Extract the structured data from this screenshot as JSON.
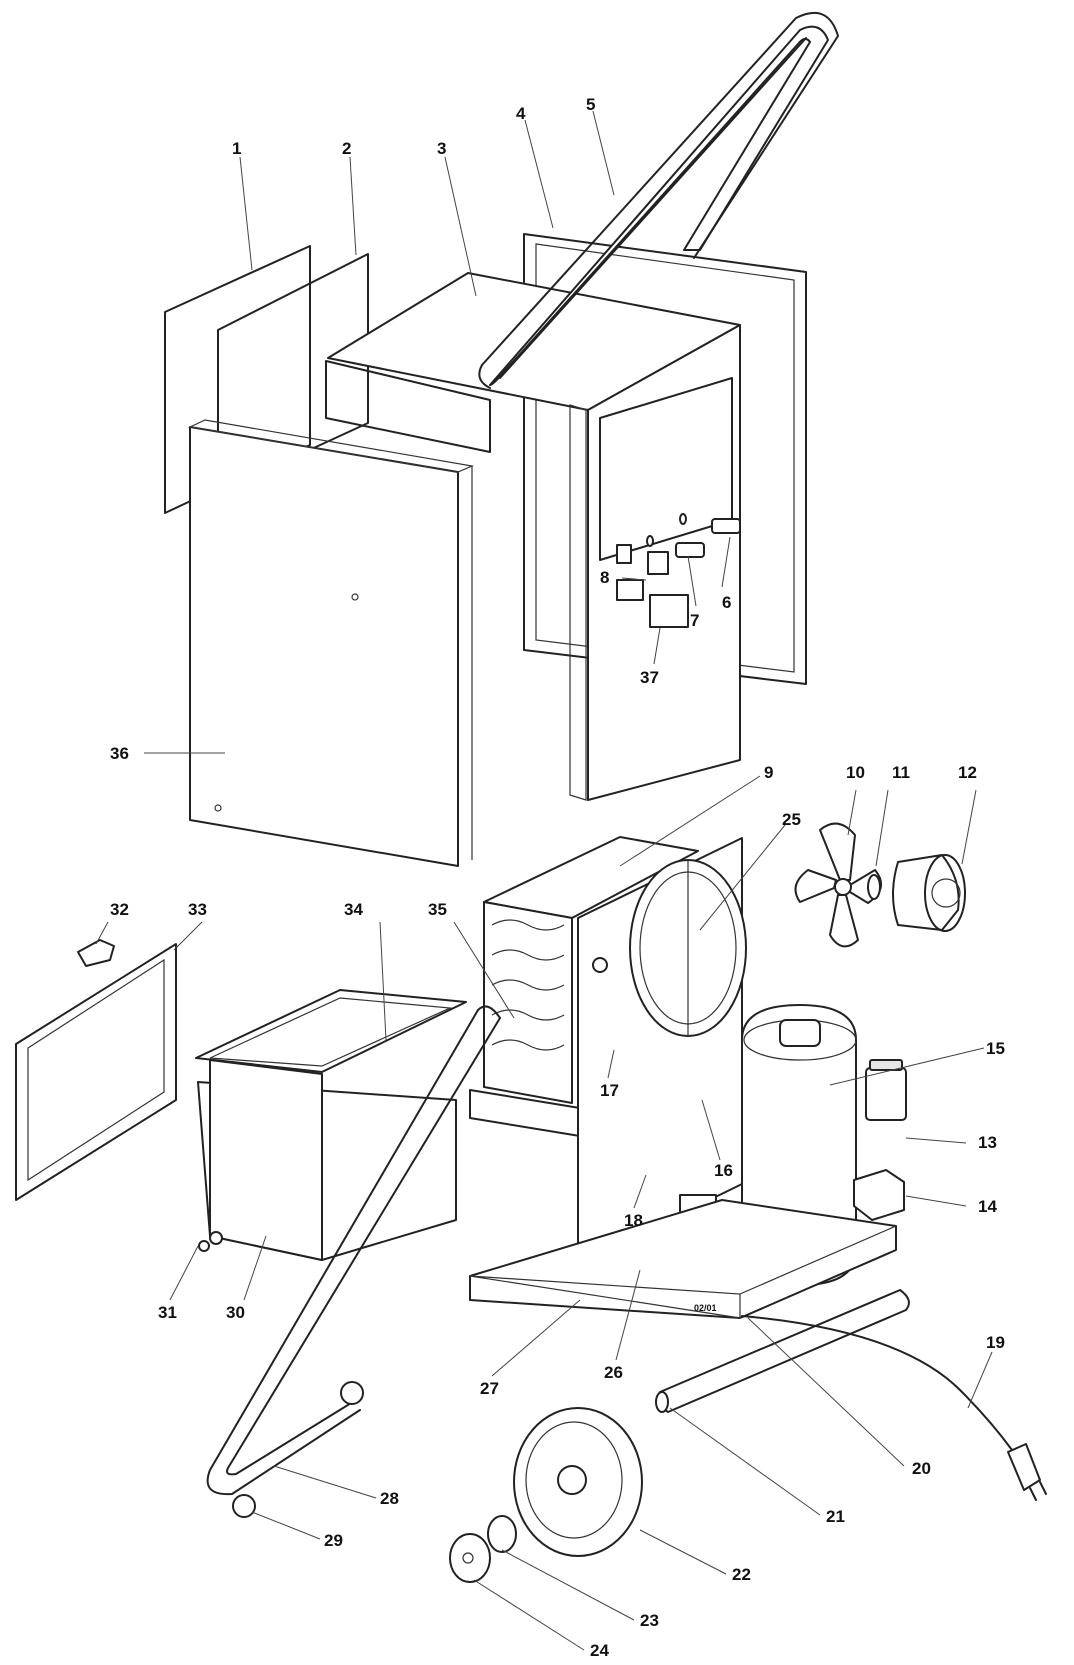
{
  "diagram": {
    "callouts": [
      "1",
      "2",
      "3",
      "4",
      "5",
      "6",
      "7",
      "8",
      "9",
      "10",
      "11",
      "12",
      "13",
      "14",
      "15",
      "16",
      "17",
      "18",
      "19",
      "20",
      "21",
      "22",
      "23",
      "24",
      "25",
      "26",
      "27",
      "28",
      "29",
      "30",
      "31",
      "32",
      "33",
      "34",
      "35",
      "36",
      "37"
    ],
    "plate_marking": "02/01"
  }
}
